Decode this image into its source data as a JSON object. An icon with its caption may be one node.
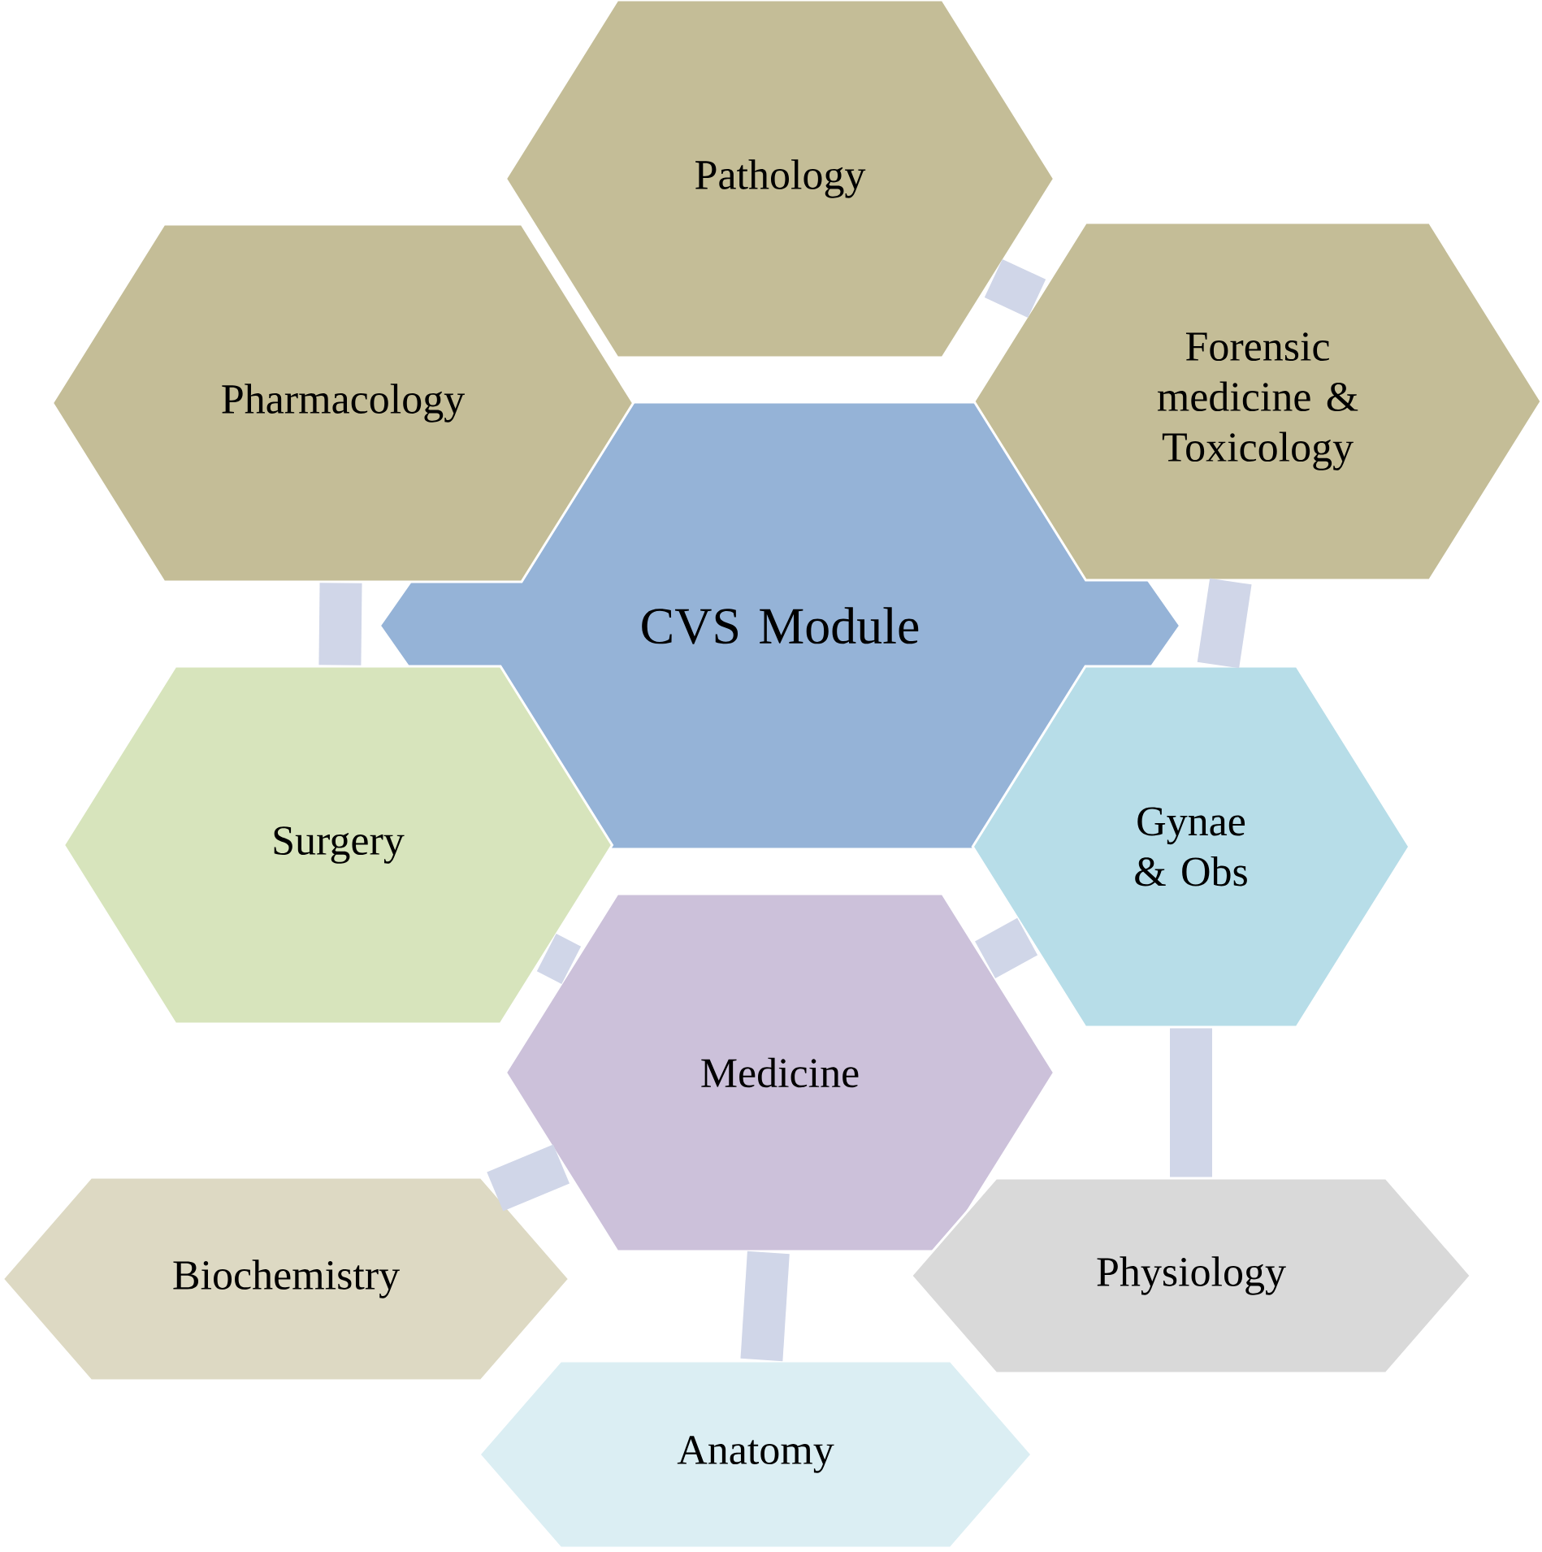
{
  "diagram": {
    "nodes": [
      {
        "text": [
          "CVS Module"
        ]
      },
      {
        "text": [
          "Pathology"
        ]
      },
      {
        "text": [
          "Pharmacology"
        ]
      },
      {
        "text": [
          "Forensic medicine & Toxicology"
        ]
      },
      {
        "text": [
          "Surgery"
        ]
      },
      {
        "text": [
          "Gynae & Obs"
        ]
      },
      {
        "text": [
          "Medicine"
        ]
      },
      {
        "text": [
          "Biochemistry"
        ]
      },
      {
        "text": [
          "Physiology"
        ]
      },
      {
        "text": [
          "Anatomy"
        ]
      }
    ],
    "edges": [
      {
        "from": 1,
        "to": 3,
        "arrow": "none"
      },
      {
        "from": 2,
        "to": 4,
        "arrow": "none"
      },
      {
        "from": 3,
        "to": 5,
        "arrow": "none"
      },
      {
        "from": 4,
        "to": 6,
        "arrow": "none"
      },
      {
        "from": 6,
        "to": 5,
        "arrow": "none"
      },
      {
        "from": 5,
        "to": 8,
        "arrow": "none"
      },
      {
        "from": 6,
        "to": 7,
        "arrow": "none"
      },
      {
        "from": 6,
        "to": 9,
        "arrow": "none"
      }
    ]
  }
}
